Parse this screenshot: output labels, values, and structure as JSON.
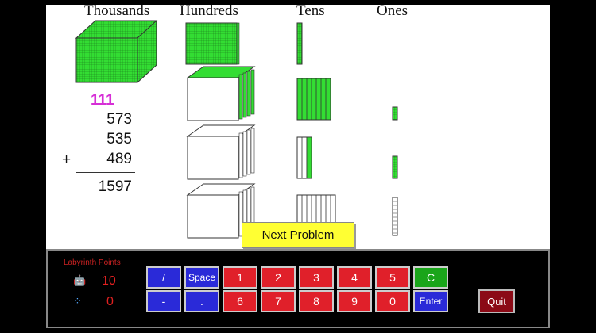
{
  "columns": {
    "thousands": "Thousands",
    "hundreds": "Hundreds",
    "tens": "Tens",
    "ones": "Ones"
  },
  "problem": {
    "carry": "111",
    "addend1": "573",
    "addend2": "535",
    "operator": "+",
    "addend3": "489",
    "sum": "1597"
  },
  "next_button": "Next Problem",
  "labyrinth": {
    "title": "Labyrinth Points",
    "points": "10",
    "other": "0"
  },
  "keys": {
    "row1": [
      {
        "label": "/",
        "kind": "blue"
      },
      {
        "label": "Space",
        "kind": "space"
      },
      {
        "label": "1",
        "kind": "red"
      },
      {
        "label": "2",
        "kind": "red"
      },
      {
        "label": "3",
        "kind": "red"
      },
      {
        "label": "4",
        "kind": "red"
      },
      {
        "label": "5",
        "kind": "red"
      },
      {
        "label": "C",
        "kind": "green"
      }
    ],
    "row2": [
      {
        "label": "-",
        "kind": "blue"
      },
      {
        "label": ".",
        "kind": "blue"
      },
      {
        "label": "6",
        "kind": "red"
      },
      {
        "label": "7",
        "kind": "red"
      },
      {
        "label": "8",
        "kind": "red"
      },
      {
        "label": "9",
        "kind": "red"
      },
      {
        "label": "0",
        "kind": "red"
      },
      {
        "label": "Enter",
        "kind": "enter"
      }
    ]
  },
  "quit_label": "Quit",
  "colors": {
    "block_green": "#33dd33",
    "carry_magenta": "#d62fd6",
    "key_blue": "#2a2ad8",
    "key_red": "#e0202a",
    "key_green": "#1aa51a",
    "quit": "#8b0a16",
    "next_yellow": "#ffff33"
  }
}
